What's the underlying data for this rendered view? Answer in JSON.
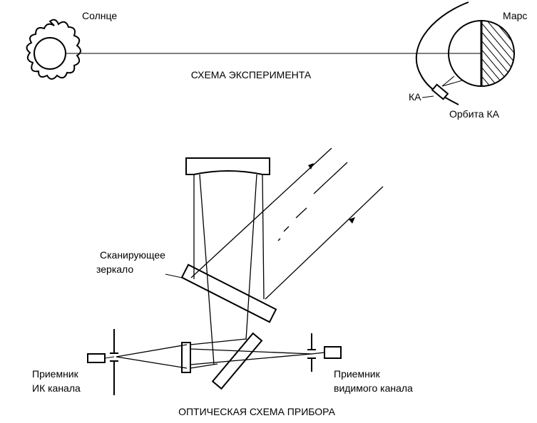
{
  "top": {
    "sun_label": "Солнце",
    "mars_label": "Марс",
    "spacecraft_label": "КА",
    "orbit_label": "Орбита КА",
    "title": "СХЕМА ЭКСПЕРИМЕНТА"
  },
  "bottom": {
    "scanning_mirror_label_line1": "Сканирующее",
    "scanning_mirror_label_line2": "зеркало",
    "ir_receiver_line1": "Приемник",
    "ir_receiver_line2": "ИК канала",
    "visible_receiver_line1": "Приемник",
    "visible_receiver_line2": "видимого канала",
    "title": "ОПТИЧЕСКАЯ СХЕМА ПРИБОРА"
  }
}
